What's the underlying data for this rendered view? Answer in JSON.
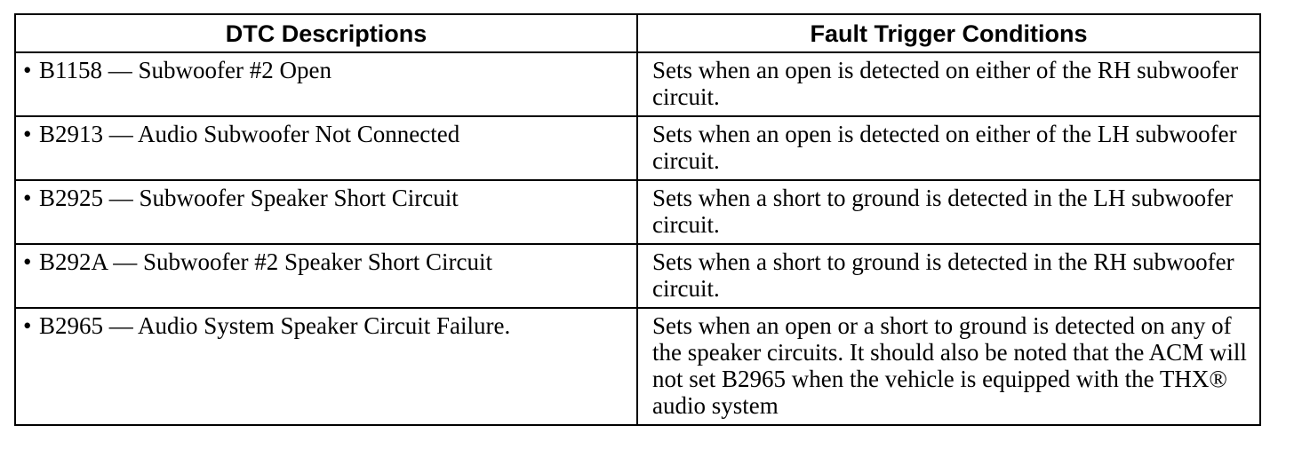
{
  "table": {
    "headers": {
      "descriptions": "DTC Descriptions",
      "conditions": "Fault Trigger Conditions"
    },
    "bullet": "•",
    "rows": [
      {
        "description": "B1158 — Subwoofer #2 Open",
        "condition": "Sets when an open is detected on either of the RH subwoofer circuit."
      },
      {
        "description": "B2913 — Audio Subwoofer Not Connected",
        "condition": "Sets when an open is detected on either of the LH subwoofer circuit."
      },
      {
        "description": "B2925 — Subwoofer Speaker Short Circuit",
        "condition": "Sets when a short to ground is detected in the LH subwoofer circuit."
      },
      {
        "description": "B292A — Subwoofer #2 Speaker Short Circuit",
        "condition": "Sets when a short to ground is detected in the RH subwoofer circuit."
      },
      {
        "description": "B2965 — Audio System Speaker Circuit Failure.",
        "condition": "Sets when an open or a short to ground is detected on any of the speaker circuits. It should also be noted that the ACM will not set B2965 when the vehicle is equipped with the THX® audio system"
      }
    ]
  }
}
